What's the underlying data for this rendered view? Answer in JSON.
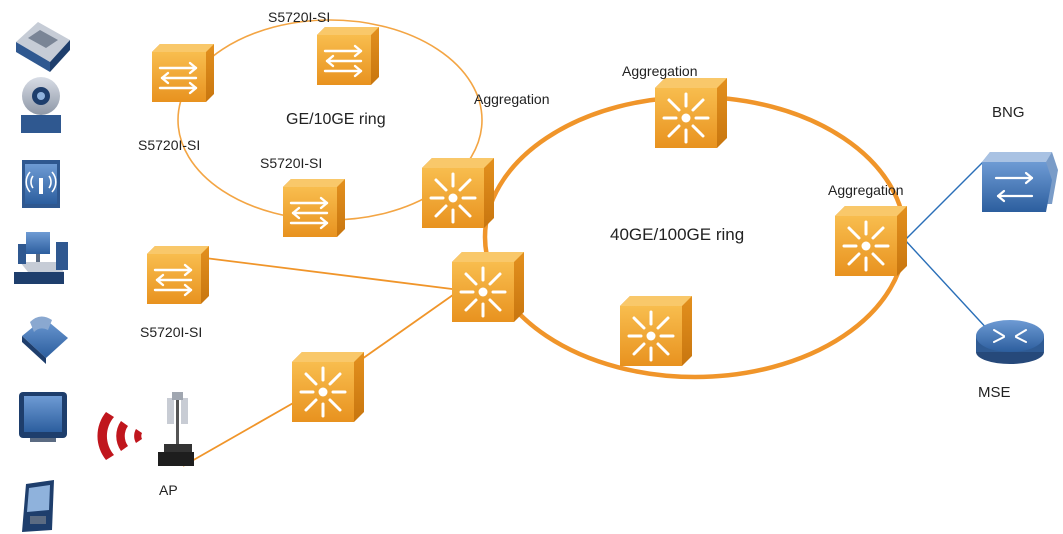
{
  "labels": {
    "s5720_top": "S5720I-SI",
    "s5720_left": "S5720I-SI",
    "s5720_mid": "S5720I-SI",
    "s5720_bottom": "S5720I-SI",
    "small_ring": "GE/10GE ring",
    "big_ring": "40GE/100GE ring",
    "agg_left": "Aggregation",
    "agg_top": "Aggregation",
    "agg_right": "Aggregation",
    "bng": "BNG",
    "mse": "MSE",
    "ap": "AP"
  },
  "colors": {
    "device_orange": "#f2a42c",
    "device_orange_dark": "#d9861a",
    "big_ring": "#f0952a",
    "small_ring": "#f3a544",
    "uplink_blue": "#2a6fb8",
    "terminal_blue": "#3b6fb0",
    "wifi_red": "#c0161d"
  },
  "devices": {
    "access_switches": [
      "S5720I-SI",
      "S5720I-SI",
      "S5720I-SI",
      "S5720I-SI"
    ],
    "aggregation_switches": 6,
    "terminals": [
      "printer-icon",
      "ip-camera-icon",
      "wireless-panel-icon",
      "desktop-pc-icon",
      "ip-phone-icon",
      "tv-icon",
      "pda-icon"
    ]
  }
}
